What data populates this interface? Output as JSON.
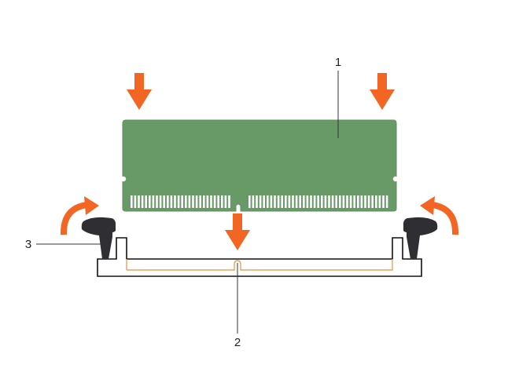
{
  "callouts": [
    {
      "label": "1"
    },
    {
      "label": "2"
    },
    {
      "label": "3"
    }
  ],
  "colors": {
    "module": "#689a67",
    "module_edge": "#5f8f5e",
    "contacts": "#ffffff",
    "arrow": "#f26522",
    "latch": "#2f2f33",
    "slot_outline": "#111111",
    "slot_channel": "#e8a35a",
    "leader": "#333333"
  },
  "icons": [
    "down-arrow-icon",
    "rotate-arrow-icon"
  ]
}
